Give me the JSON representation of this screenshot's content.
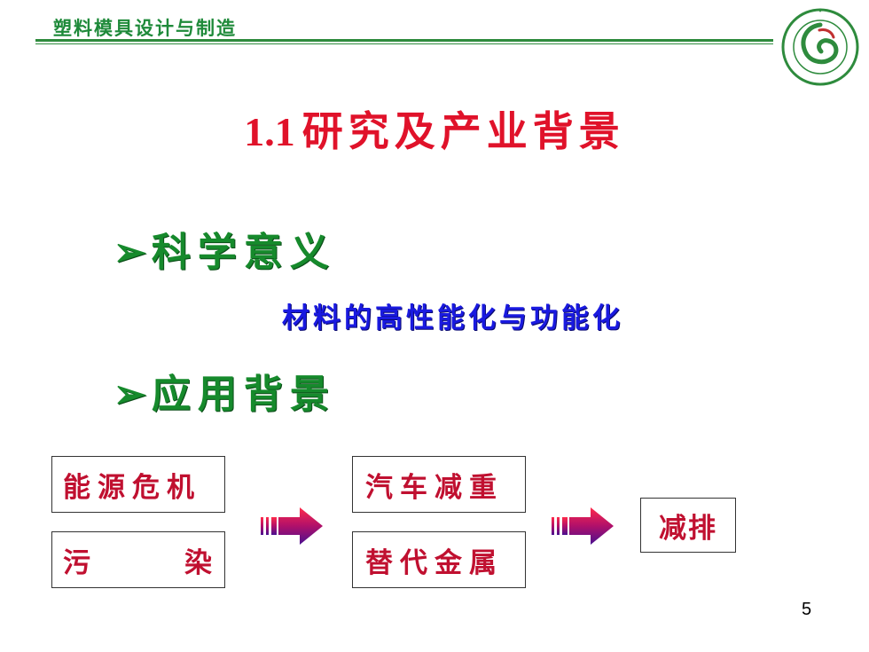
{
  "header": {
    "course_title": "塑料模具设计与制造"
  },
  "logo": {
    "icon": "university-seal-icon",
    "color": "#2e8b3d"
  },
  "slide": {
    "title_number": "1.1",
    "title_text": "研究及产业背景",
    "bullets": [
      {
        "marker": "➢",
        "text": "科学意义"
      },
      {
        "marker": "➢",
        "text": "应用背景"
      }
    ],
    "science_detail": "材料的高性能化与功能化",
    "flow": {
      "causes": [
        "能源危机",
        "污",
        "染"
      ],
      "measures": [
        "汽车减重",
        "替代金属"
      ],
      "result": "减排"
    },
    "page_number": "5"
  },
  "colors": {
    "title": "#e0122a",
    "bullet": "#168a2c",
    "detail": "#1a1ae0",
    "box_text": "#c01030",
    "header": "#1f8a3a"
  }
}
